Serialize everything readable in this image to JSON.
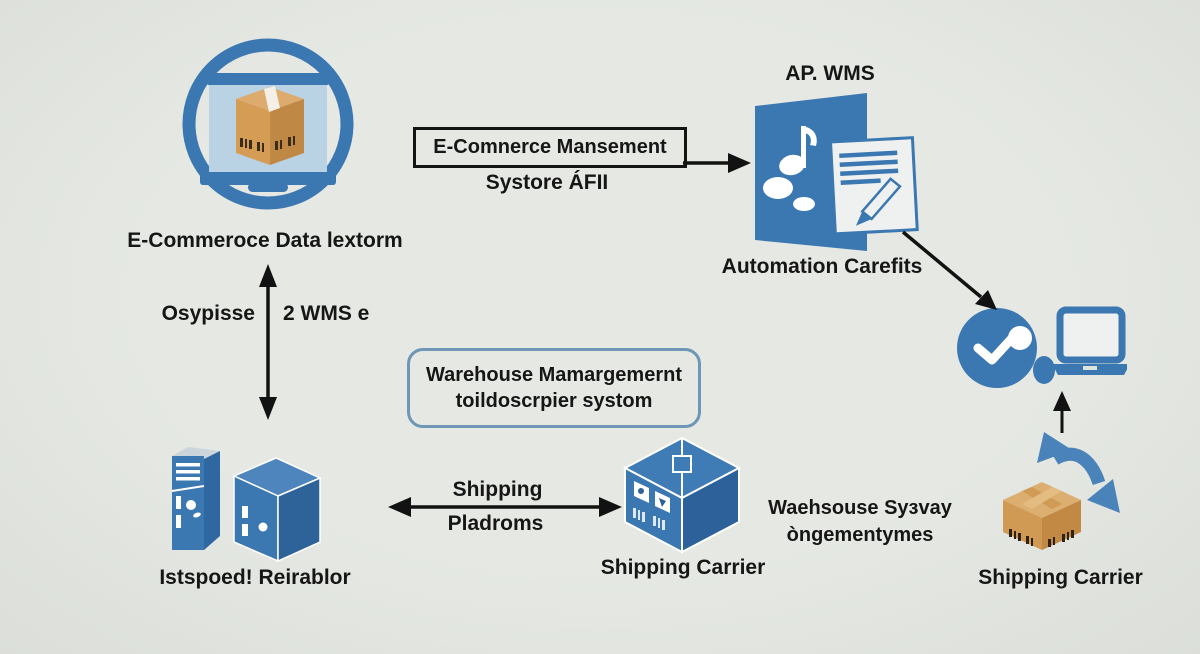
{
  "colors": {
    "background": "#e1e5e0",
    "accent_blue": "#3b77b0",
    "accent_blue_dark": "#2d6398",
    "cardboard": "#d29c56",
    "text": "#161616"
  },
  "nodes": {
    "platform_label": "E-Commeroce Data lextorm",
    "ecom_box_title": "E-Comnerce Mansement",
    "ecom_box_subtitle": "Systore ÁFII",
    "api_label": "AP. WMS",
    "automation_label": "Automation Carefits",
    "left_flow_left": "Osypisse",
    "left_flow_right": "2 WMS e",
    "wms_box_line1": "Warehouse Mamargemernt",
    "wms_box_line2": "toildoscrpier systom",
    "servers_label": "Istspoed! Reirablor",
    "ship_flow_top": "Shipping",
    "ship_flow_bottom": "Pladroms",
    "carrier_mid_label": "Shipping Carrier",
    "warehouse_right_line1": "Waehsouse Syзvay",
    "warehouse_right_line2": "òngementymes",
    "carrier_right_label": "Shipping Carrier"
  },
  "icons": {
    "ecommerce-platform-icon": "laptop with parcel inside blue ring",
    "wms-app-icon": "blue flag with music note and document with pencil",
    "support-check-icon": "blue circle with checkmark and dot",
    "laptop-icon": "blue outlined laptop",
    "servers-icon": "two blue 3d server towers",
    "carrier-box-icon": "blue 3d parcel box with labels",
    "package-box-icon": "cardboard parcel with barcodes",
    "curved-exchange-arrow-icon": "blue curved double-headed arrow"
  }
}
